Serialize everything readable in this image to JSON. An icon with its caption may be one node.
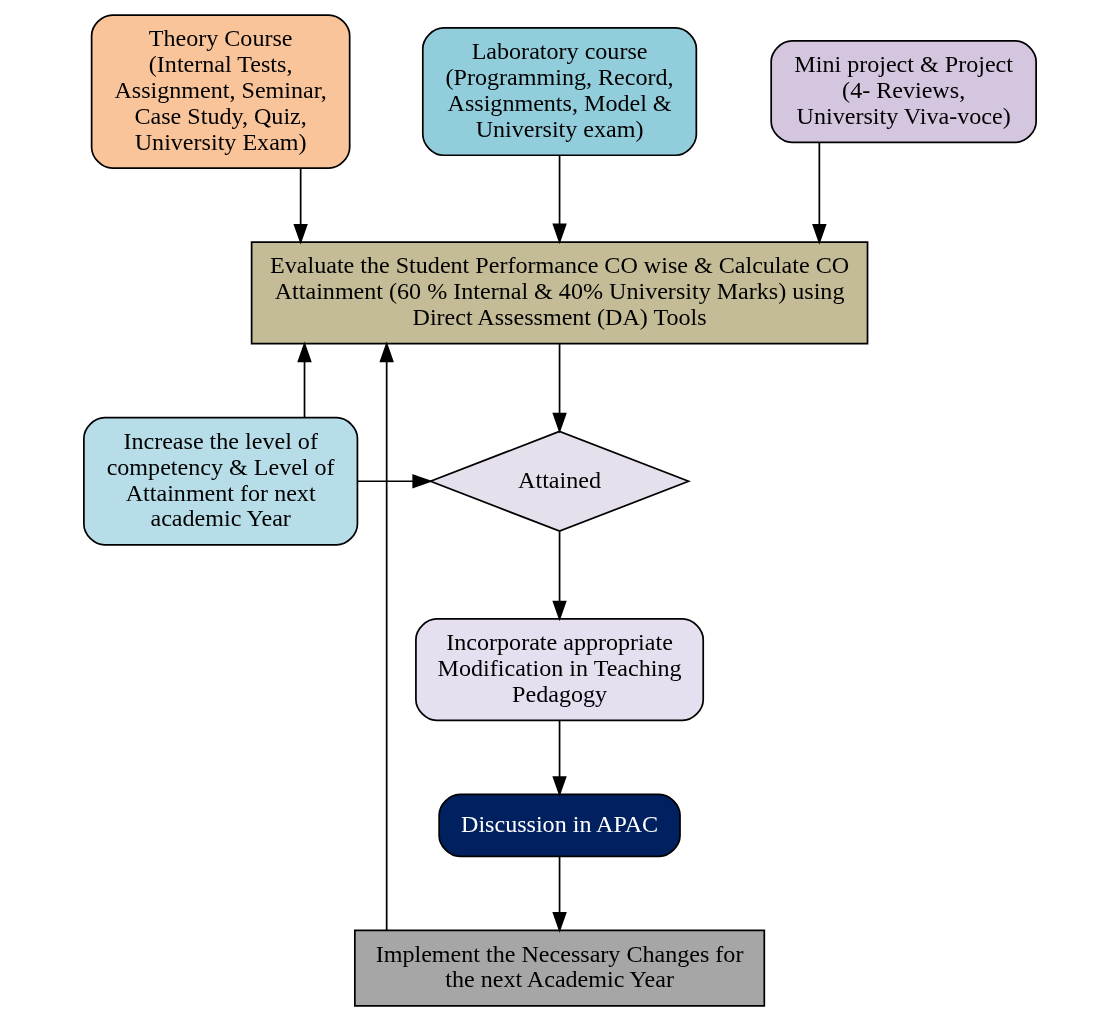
{
  "diagram": {
    "nodes": [
      {
        "text": [
          "Theory Course",
          "(Internal Tests, Assignment, Seminar, Case Study, Quiz, University Exam)"
        ]
      },
      {
        "text": [
          "Laboratory course",
          "(Programming, Record, Assignments, Model & University exam)"
        ]
      },
      {
        "text": [
          "Mini project & Project",
          "(4- Reviews, University Viva-voce)"
        ]
      },
      {
        "text": [
          "Evaluate the Student Performance CO wise & Calculate CO Attainment (60 % Internal & 40% University Marks) using Direct Assessment (DA) Tools"
        ]
      },
      {
        "text": [
          "Increase the level of competency & Level of Attainment for next academic Year"
        ]
      },
      {
        "text": [
          "Attained"
        ]
      },
      {
        "text": [
          "Incorporate appropriate Modification in Teaching Pedagogy"
        ]
      },
      {
        "text": [
          "Discussion in APAC"
        ]
      },
      {
        "text": [
          "Implement the Necessary Changes for the next Academic Year"
        ]
      }
    ],
    "edges": [
      {
        "from": 0,
        "to": 3,
        "arrow": "to"
      },
      {
        "from": 1,
        "to": 3,
        "arrow": "to"
      },
      {
        "from": 2,
        "to": 3,
        "arrow": "to"
      },
      {
        "from": 3,
        "to": 5,
        "arrow": "to"
      },
      {
        "from": 4,
        "to": 5,
        "arrow": "to"
      },
      {
        "from": 5,
        "to": 6,
        "arrow": "to"
      },
      {
        "from": 6,
        "to": 7,
        "arrow": "to"
      },
      {
        "from": 7,
        "to": 8,
        "arrow": "to"
      },
      {
        "from": 8,
        "to": 3,
        "arrow": "to"
      },
      {
        "from": 4,
        "to": 3,
        "arrow": "to"
      }
    ]
  }
}
